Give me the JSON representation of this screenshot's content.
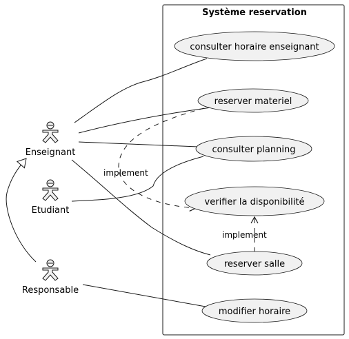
{
  "system": {
    "title": "Système reservation"
  },
  "actors": [
    {
      "id": "enseignant",
      "label": "Enseignant"
    },
    {
      "id": "etudiant",
      "label": "Etudiant"
    },
    {
      "id": "responsable",
      "label": "Responsable"
    }
  ],
  "usecases": [
    {
      "id": "consulter-horaire",
      "label": "consulter horaire enseignant"
    },
    {
      "id": "reserver-materiel",
      "label": "reserver materiel"
    },
    {
      "id": "consulter-planning",
      "label": "consulter planning"
    },
    {
      "id": "verifier-dispo",
      "label": "verifier la disponibilité"
    },
    {
      "id": "reserver-salle",
      "label": "reserver salle"
    },
    {
      "id": "modifier-horaire",
      "label": "modifier horaire"
    }
  ],
  "relations": {
    "implement_1": "implement",
    "implement_2": "implement"
  },
  "colors": {
    "usecase_fill": "#f1f1f1",
    "stroke": "#181818"
  }
}
